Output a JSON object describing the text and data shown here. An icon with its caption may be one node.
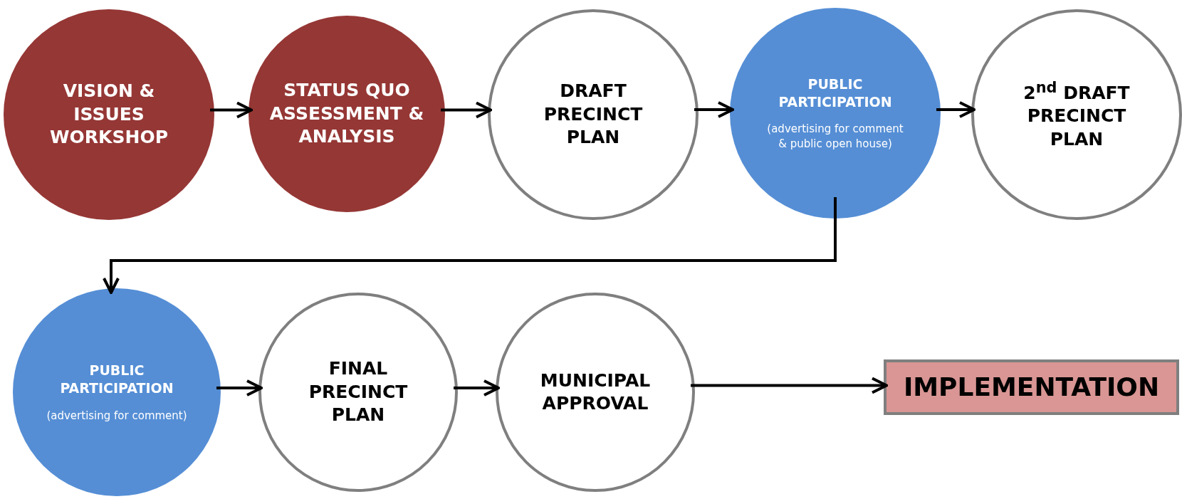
{
  "diagram": {
    "nodes": [
      {
        "text": [
          "VISION & ISSUES WORKSHOP"
        ]
      },
      {
        "text": [
          "STATUS QUO ASSESSMENT & ANALYSIS"
        ]
      },
      {
        "text": [
          "DRAFT PRECINCT PLAN"
        ]
      },
      {
        "text": [
          "PUBLIC PARTICIPATION",
          "(advertising for comment & public open house)"
        ]
      },
      {
        "text": [
          "2$^{nd}$ DRAFT PRECINCT PLAN"
        ]
      },
      {
        "text": [
          "PUBLIC PARTICIPATION",
          "(advertising for comment)"
        ]
      },
      {
        "text": [
          "FINAL PRECINCT PLAN"
        ]
      },
      {
        "text": [
          "MUNICIPAL APPROVAL"
        ]
      },
      {
        "text": [
          "IMPLEMENTATION"
        ]
      }
    ],
    "edges": [
      {
        "from": 0,
        "to": 1,
        "arrow": "to"
      },
      {
        "from": 1,
        "to": 2,
        "arrow": "to"
      },
      {
        "from": 2,
        "to": 3,
        "arrow": "to"
      },
      {
        "from": 3,
        "to": 4,
        "arrow": "to"
      },
      {
        "from": 3,
        "to": 5,
        "arrow": "to"
      },
      {
        "from": 5,
        "to": 6,
        "arrow": "to"
      },
      {
        "from": 6,
        "to": 7,
        "arrow": "to"
      },
      {
        "from": 7,
        "to": 8,
        "arrow": "to"
      }
    ]
  }
}
